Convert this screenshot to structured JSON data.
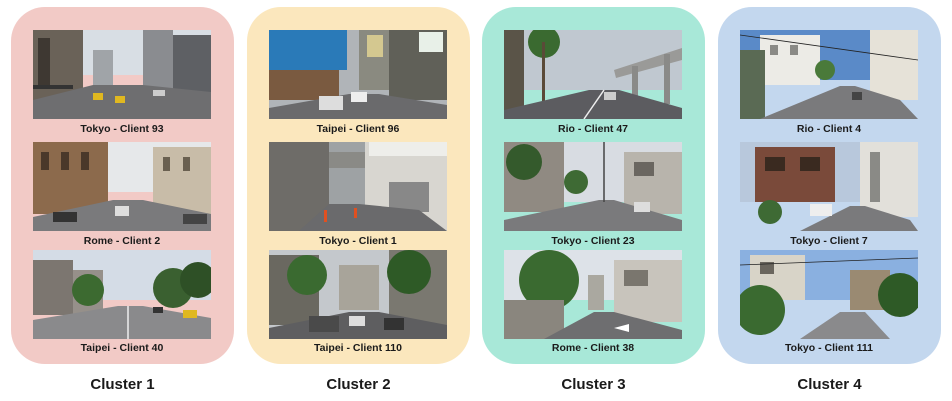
{
  "clusters": [
    {
      "label": "Cluster 1",
      "color": "#f2cac6",
      "images": [
        {
          "caption": "Tokyo - Client 93",
          "scene": "tokyo-wide-avenue"
        },
        {
          "caption": "Rome - Client 2",
          "scene": "rome-boulevard"
        },
        {
          "caption": "Taipei - Client 40",
          "scene": "taipei-treelined-road"
        }
      ]
    },
    {
      "label": "Cluster 2",
      "color": "#fbe7bd",
      "images": [
        {
          "caption": "Taipei - Client 96",
          "scene": "taipei-market-street"
        },
        {
          "caption": "Tokyo - Client 1",
          "scene": "tokyo-underpass"
        },
        {
          "caption": "Taipei - Client 110",
          "scene": "taipei-alley"
        }
      ]
    },
    {
      "label": "Cluster 3",
      "color": "#a8e8d8",
      "images": [
        {
          "caption": "Rio - Client 47",
          "scene": "rio-highway"
        },
        {
          "caption": "Tokyo - Client 23",
          "scene": "tokyo-suburb-road"
        },
        {
          "caption": "Rome - Client 38",
          "scene": "rome-side-street"
        }
      ]
    },
    {
      "label": "Cluster 4",
      "color": "#c3d7ee",
      "images": [
        {
          "caption": "Rio - Client 4",
          "scene": "rio-hill-street"
        },
        {
          "caption": "Tokyo - Client 7",
          "scene": "tokyo-residential"
        },
        {
          "caption": "Tokyo - Client 111",
          "scene": "tokyo-narrow-lane"
        }
      ]
    }
  ]
}
